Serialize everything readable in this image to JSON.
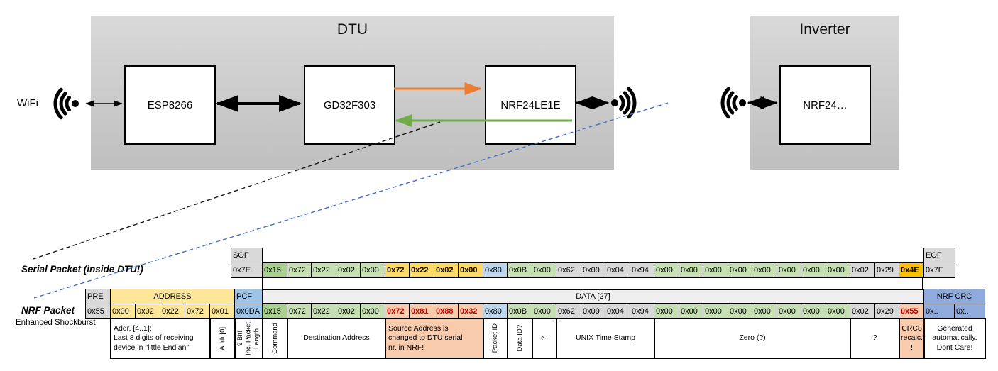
{
  "diagram": {
    "wifi_label": "WiFi",
    "dtu_title": "DTU",
    "inverter_title": "Inverter",
    "chips": [
      "ESP8266",
      "GD32F303",
      "NRF24LE1E"
    ],
    "inverter_chip": "NRF24…",
    "colors": {
      "orange_arrow": "#ED7D31",
      "green_arrow": "#70AD47",
      "blue_dashed": "#4472C4",
      "black": "#000000"
    }
  },
  "serial": {
    "label": "Serial Packet (inside DTU!)",
    "sof_header": "SOF",
    "sof_value": "0x7E",
    "eof_header": "EOF",
    "eof_value": "0x7F",
    "bytes": [
      {
        "v": "0x15",
        "c": "gdark"
      },
      {
        "v": "0x72",
        "c": "glight"
      },
      {
        "v": "0x22",
        "c": "glight"
      },
      {
        "v": "0x02",
        "c": "glight"
      },
      {
        "v": "0x00",
        "c": "glight"
      },
      {
        "v": "0x72",
        "c": "orange"
      },
      {
        "v": "0x22",
        "c": "orange"
      },
      {
        "v": "0x02",
        "c": "orange"
      },
      {
        "v": "0x00",
        "c": "orange"
      },
      {
        "v": "0x80",
        "c": "blue"
      },
      {
        "v": "0x0B",
        "c": "glight"
      },
      {
        "v": "0x00",
        "c": "glight"
      },
      {
        "v": "0x62",
        "c": "gray"
      },
      {
        "v": "0x09",
        "c": "gray"
      },
      {
        "v": "0x04",
        "c": "gray"
      },
      {
        "v": "0x94",
        "c": "gray"
      },
      {
        "v": "0x00",
        "c": "glight"
      },
      {
        "v": "0x00",
        "c": "glight"
      },
      {
        "v": "0x00",
        "c": "glight"
      },
      {
        "v": "0x00",
        "c": "glight"
      },
      {
        "v": "0x00",
        "c": "glight"
      },
      {
        "v": "0x00",
        "c": "glight"
      },
      {
        "v": "0x00",
        "c": "glight"
      },
      {
        "v": "0x00",
        "c": "glight"
      },
      {
        "v": "0x02",
        "c": "gray"
      },
      {
        "v": "0x29",
        "c": "gray"
      },
      {
        "v": "0x4E",
        "c": "gold"
      }
    ]
  },
  "nrf": {
    "label": "NRF Packet",
    "sublabel": "Enhanced Shockburst",
    "pre_header": "PRE",
    "pre_value": "0x55",
    "address_header": "ADDRESS",
    "address_values": [
      "0x00",
      "0x02",
      "0x22",
      "0x72",
      "0x01"
    ],
    "pcf_header": "PCF",
    "pcf_value": "0x0DA",
    "data_header": "DATA [27]",
    "bytes": [
      {
        "v": "0x15",
        "c": "gdark"
      },
      {
        "v": "0x72",
        "c": "glight"
      },
      {
        "v": "0x22",
        "c": "glight"
      },
      {
        "v": "0x02",
        "c": "glight"
      },
      {
        "v": "0x00",
        "c": "glight"
      },
      {
        "v": "0x72",
        "c": "salmon"
      },
      {
        "v": "0x81",
        "c": "salmon"
      },
      {
        "v": "0x88",
        "c": "salmon"
      },
      {
        "v": "0x32",
        "c": "salmon"
      },
      {
        "v": "0x80",
        "c": "blue"
      },
      {
        "v": "0x0B",
        "c": "glight"
      },
      {
        "v": "0x00",
        "c": "glight"
      },
      {
        "v": "0x62",
        "c": "gray"
      },
      {
        "v": "0x09",
        "c": "gray"
      },
      {
        "v": "0x04",
        "c": "gray"
      },
      {
        "v": "0x94",
        "c": "gray"
      },
      {
        "v": "0x00",
        "c": "glight"
      },
      {
        "v": "0x00",
        "c": "glight"
      },
      {
        "v": "0x00",
        "c": "glight"
      },
      {
        "v": "0x00",
        "c": "glight"
      },
      {
        "v": "0x00",
        "c": "glight"
      },
      {
        "v": "0x00",
        "c": "glight"
      },
      {
        "v": "0x00",
        "c": "glight"
      },
      {
        "v": "0x00",
        "c": "glight"
      },
      {
        "v": "0x02",
        "c": "gray"
      },
      {
        "v": "0x29",
        "c": "gray"
      },
      {
        "v": "0x55",
        "c": "salmon"
      }
    ],
    "crc_header": "NRF CRC",
    "crc_values": [
      "0x..",
      "0x.."
    ]
  },
  "annotations": [
    {
      "text": "Addr. [4..1]:\nLast 8 digits of receiving\ndevice in \"little Endian\"",
      "start": "a1",
      "end": "a4",
      "align": "left"
    },
    {
      "text": "Addr.[0]",
      "start": "a5",
      "end": "a5",
      "vertical": true
    },
    {
      "text": "9 Bit!\nInc. Packet\nLength",
      "start": "pcf",
      "end": "pcf",
      "vertical": true
    },
    {
      "text": "Command",
      "start": "d1",
      "end": "d1",
      "vertical": true
    },
    {
      "text": "Destination Address",
      "start": "d2",
      "end": "d5"
    },
    {
      "text": "Source Address is\nchanged to DTU serial\nnr. in NRF!",
      "start": "d6",
      "end": "d9",
      "bg": "salmon",
      "align": "left"
    },
    {
      "text": "Packet ID",
      "start": "d10",
      "end": "d10",
      "vertical": true
    },
    {
      "text": "Data ID?",
      "start": "d11",
      "end": "d11",
      "vertical": true
    },
    {
      "text": "?",
      "start": "d12",
      "end": "d12",
      "vertical": true
    },
    {
      "text": "UNIX Time Stamp",
      "start": "d13",
      "end": "d16"
    },
    {
      "text": "Zero (?)",
      "start": "d17",
      "end": "d24"
    },
    {
      "text": "?",
      "start": "d25",
      "end": "d26"
    },
    {
      "text": "CRC8 recalc. !",
      "start": "d27",
      "end": "d27",
      "bg": "salmon"
    },
    {
      "text": "Generated automatically. Dont Care!",
      "start": "c1",
      "end": "c2"
    }
  ]
}
